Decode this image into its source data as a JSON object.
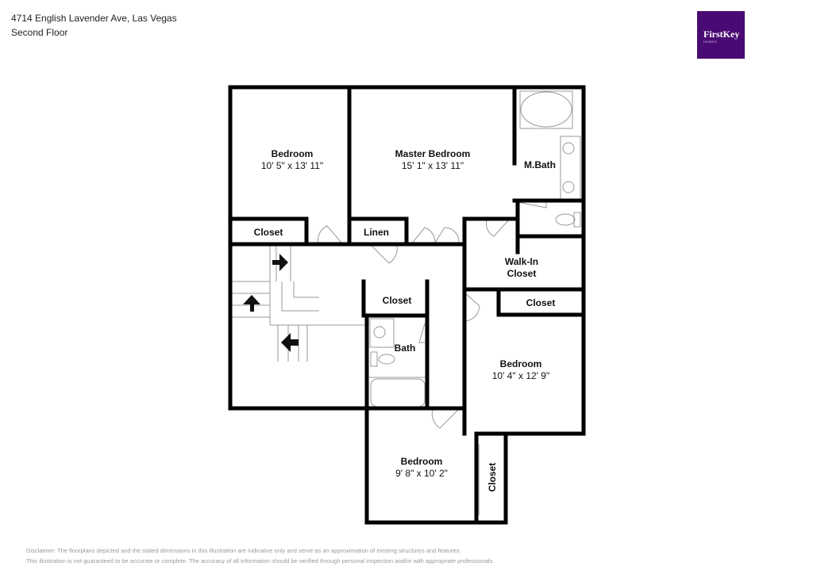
{
  "header": {
    "address": "4714 English Lavender Ave, Las Vegas",
    "floor": "Second Floor"
  },
  "logo": {
    "brand": "FirstKey",
    "sub": "HOMES",
    "color": "#4a0a73"
  },
  "rooms": [
    {
      "name": "Bedroom",
      "dims": "10' 5\" x 13' 11\""
    },
    {
      "name": "Master Bedroom",
      "dims": "15' 1\" x 13' 11\""
    },
    {
      "name": "M.Bath"
    },
    {
      "name": "Closet"
    },
    {
      "name": "Linen"
    },
    {
      "name": "Walk-In",
      "name2": "Closet"
    },
    {
      "name": "Closet"
    },
    {
      "name": "Closet"
    },
    {
      "name": "Bath"
    },
    {
      "name": "Bedroom",
      "dims": "10' 4\" x 12' 9\""
    },
    {
      "name": "Bedroom",
      "dims": "9' 8\" x 10' 2\""
    },
    {
      "name": "Closet"
    }
  ],
  "disclaimer": {
    "line1": "Disclaimer: The floorplans depicted and the stated dimensions in this illustration are indicative only and serve as an approximation of existing structures and features.",
    "line2": "This illustration is not guaranteed to be accurate or complete. The accuracy of all information should be verified through personal inspection and/or with appropriate professionals."
  }
}
